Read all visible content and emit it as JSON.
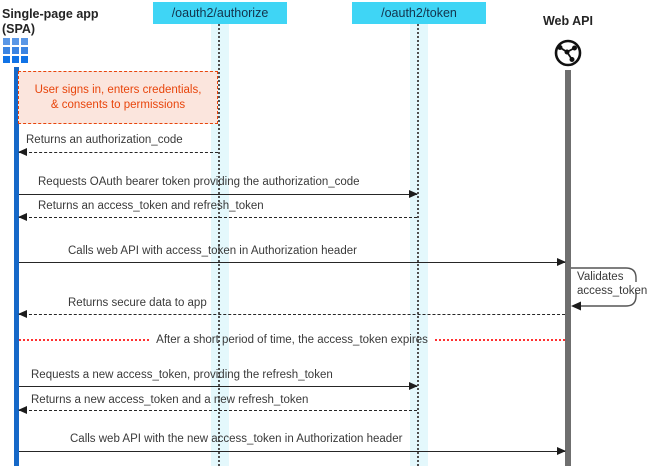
{
  "actors": {
    "spa_line1": "Single-page app",
    "spa_line2": "(SPA)",
    "authorize_endpoint": "/oauth2/authorize",
    "token_endpoint": "/oauth2/token",
    "webapi": "Web API"
  },
  "note": "User signs in, enters credentials, & consents to permissions",
  "messages": {
    "returns_auth_code": "Returns an authorization_code",
    "requests_bearer": "Requests OAuth bearer token providing the authorization_code",
    "returns_tokens": "Returns an access_token and refresh_token",
    "calls_api": "Calls web API with access_token in Authorization header",
    "validates_line1": "Validates",
    "validates_line2": "access_token",
    "returns_data": "Returns secure data to app",
    "divider": "After a short period of time, the access_token expires",
    "requests_new_token": "Requests a new access_token, providing the refresh_token",
    "returns_new_tokens": "Returns a new access_token and a new refresh_token",
    "calls_api_new": "Calls web API with the new access_token in Authorization header"
  },
  "colors": {
    "endpoint_bg": "#3fd5f5",
    "note_border": "#e8450c",
    "note_bg": "#fbe5dd",
    "spa_lifeline": "#1568c8",
    "api_lifeline": "#6f6f6f",
    "lifeline_band": "#e4f8fc",
    "divider_red": "#ff3030",
    "icon_blue": "#3c85e2"
  }
}
